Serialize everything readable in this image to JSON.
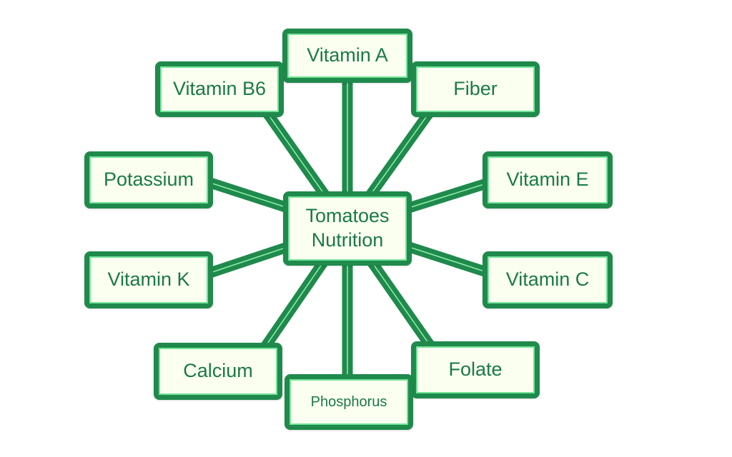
{
  "diagram": {
    "center": {
      "line1": "Tomatoes",
      "line2": "Nutrition"
    },
    "nodes": [
      {
        "id": "vitamin-a",
        "label": "Vitamin A"
      },
      {
        "id": "vitamin-b6",
        "label": "Vitamin B6"
      },
      {
        "id": "fiber",
        "label": "Fiber"
      },
      {
        "id": "potassium",
        "label": "Potassium"
      },
      {
        "id": "vitamin-e",
        "label": "Vitamin E"
      },
      {
        "id": "vitamin-k",
        "label": "Vitamin K"
      },
      {
        "id": "vitamin-c",
        "label": "Vitamin C"
      },
      {
        "id": "calcium",
        "label": "Calcium"
      },
      {
        "id": "folate",
        "label": "Folate"
      },
      {
        "id": "phosphorus",
        "label": "Phosphorus"
      }
    ],
    "colors": {
      "frame": "#1f8a4c",
      "fill": "#fbfff0",
      "inner_border": "#74e39a",
      "text": "#1a7a45",
      "connector_highlight": "#8ff0b0"
    }
  }
}
